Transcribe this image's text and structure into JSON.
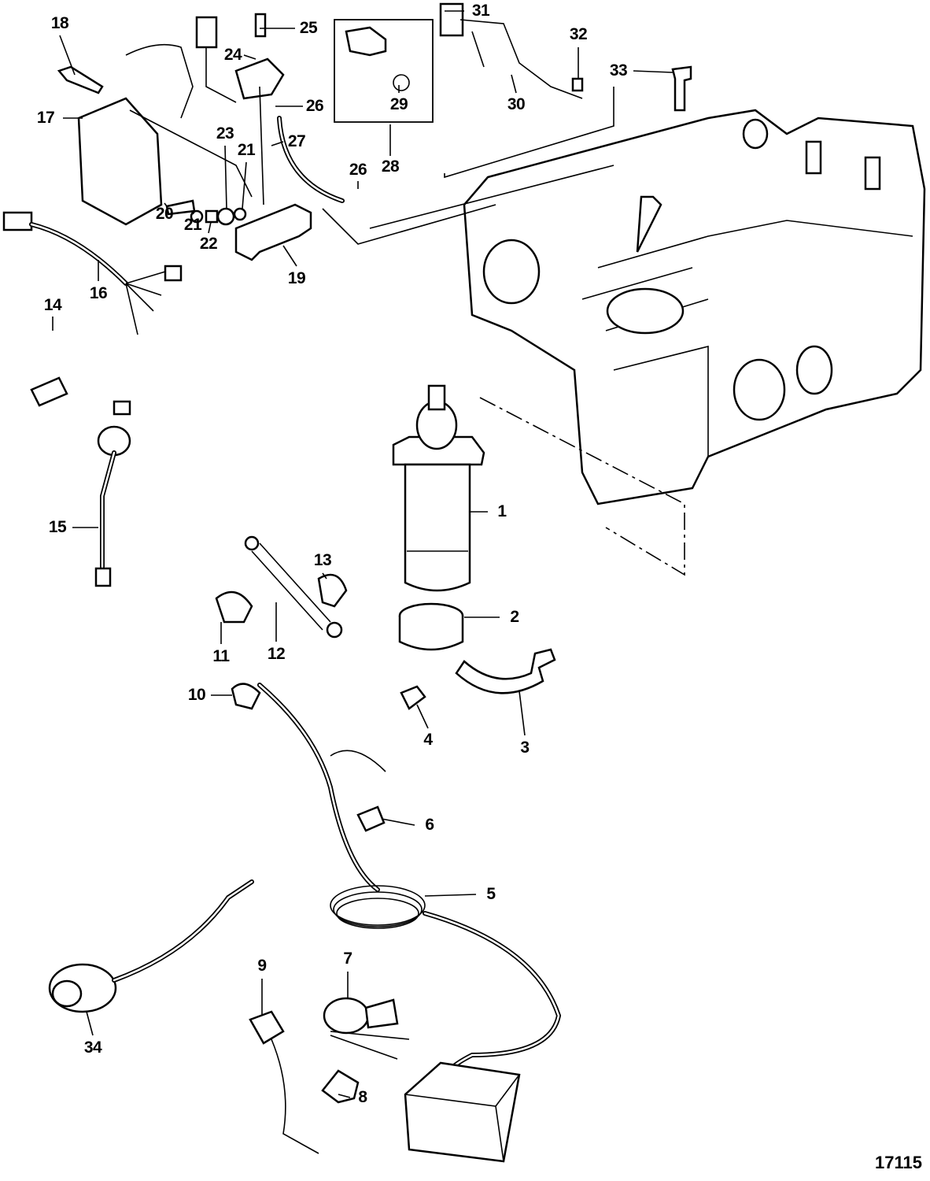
{
  "diagram": {
    "figure_id": "17115",
    "callouts": [
      "18",
      "25",
      "31",
      "32",
      "33",
      "24",
      "17",
      "26",
      "29",
      "30",
      "27",
      "23",
      "21",
      "28",
      "20",
      "21",
      "22",
      "26",
      "19",
      "16",
      "14",
      "1",
      "15",
      "13",
      "2",
      "11",
      "12",
      "10",
      "4",
      "3",
      "6",
      "5",
      "34",
      "9",
      "7",
      "8"
    ]
  }
}
